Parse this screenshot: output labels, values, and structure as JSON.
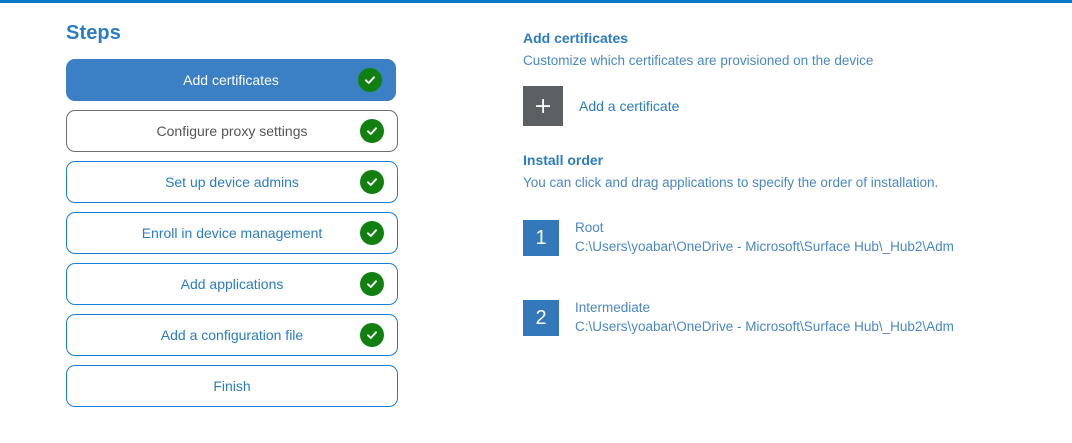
{
  "theme": {
    "accent_bar_color": "#0078c8",
    "active_step_bg": "#3b7fc4",
    "step_border_blue": "#1a7fd4",
    "step_border_grey": "#6f6f6f",
    "heading_blue": "#2b7cc4",
    "body_blue": "#4a87c7",
    "check_green": "#118011",
    "plus_tile_grey": "#5c6063",
    "order_tile_blue": "#3478bc"
  },
  "steps_panel": {
    "title": "Steps",
    "items": [
      {
        "label": "Add certificates",
        "variant": "active",
        "completed": true
      },
      {
        "label": "Configure proxy settings",
        "variant": "grey",
        "completed": true
      },
      {
        "label": "Set up device admins",
        "variant": "blue",
        "completed": true
      },
      {
        "label": "Enroll in device management",
        "variant": "blue",
        "completed": true
      },
      {
        "label": "Add applications",
        "variant": "blue",
        "completed": true
      },
      {
        "label": "Add a configuration file",
        "variant": "blue",
        "completed": true
      },
      {
        "label": "Finish",
        "variant": "blue",
        "completed": false
      }
    ]
  },
  "detail_panel": {
    "certificates_section": {
      "heading": "Add certificates",
      "subtext": "Customize which certificates are provisioned on the device",
      "add_button_label": "Add a certificate",
      "add_button_icon": "plus-icon"
    },
    "install_order_section": {
      "heading": "Install order",
      "subtext": "You can click and drag applications to specify the order of installation.",
      "items": [
        {
          "order": "1",
          "name": "Root",
          "path": "C:\\Users\\yoabar\\OneDrive - Microsoft\\Surface Hub\\_Hub2\\Adm"
        },
        {
          "order": "2",
          "name": "Intermediate",
          "path": "C:\\Users\\yoabar\\OneDrive - Microsoft\\Surface Hub\\_Hub2\\Adm"
        }
      ]
    }
  }
}
